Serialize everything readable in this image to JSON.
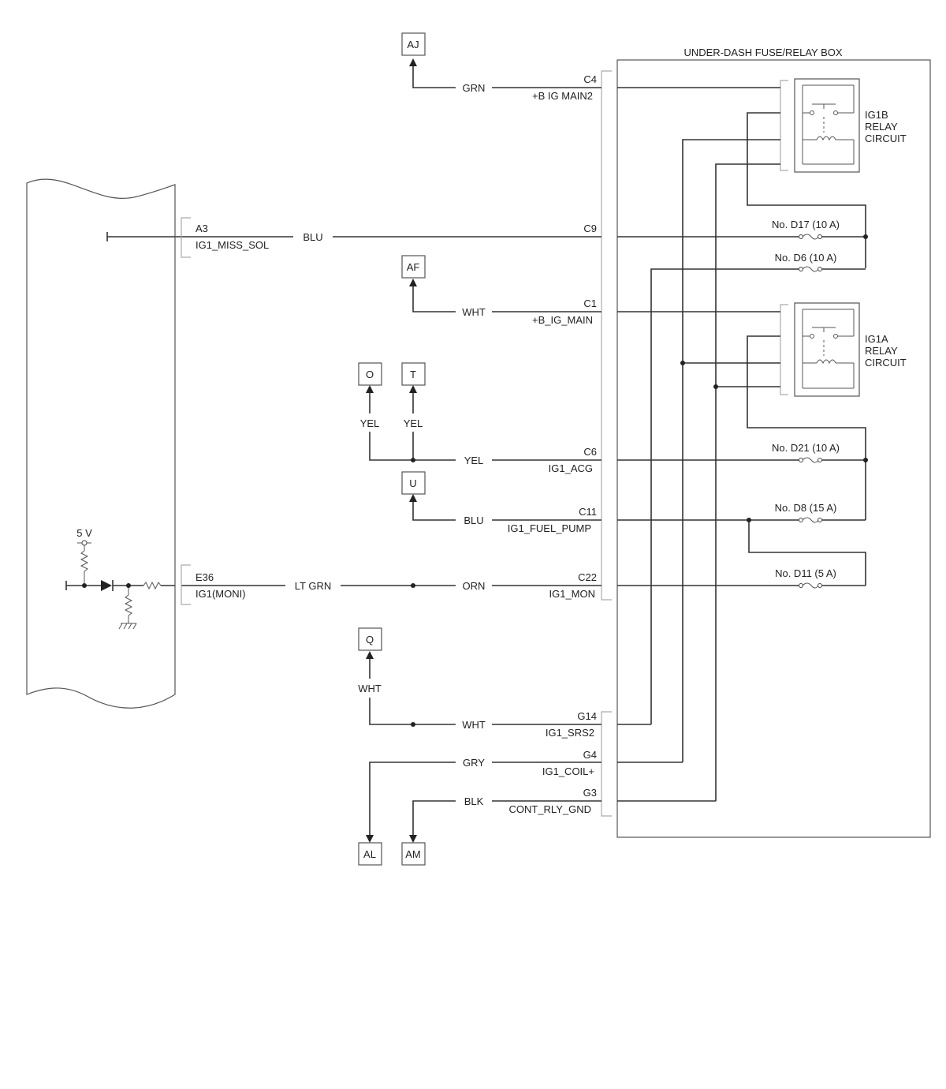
{
  "box_title": "UNDER-DASH FUSE/RELAY BOX",
  "relays": [
    {
      "id": "ig1b",
      "lines": [
        "IG1B",
        "RELAY",
        "CIRCUIT"
      ]
    },
    {
      "id": "ig1a",
      "lines": [
        "IG1A",
        "RELAY",
        "CIRCUIT"
      ]
    }
  ],
  "fuses": [
    {
      "id": "d17",
      "label": "No. D17 (10 A)"
    },
    {
      "id": "d6",
      "label": "No. D6 (10 A)"
    },
    {
      "id": "d21",
      "label": "No. D21 (10 A)"
    },
    {
      "id": "d8",
      "label": "No. D8 (15 A)"
    },
    {
      "id": "d11",
      "label": "No. D11 (5 A)"
    }
  ],
  "connectors": [
    {
      "id": "aj",
      "label": "AJ"
    },
    {
      "id": "af",
      "label": "AF"
    },
    {
      "id": "o",
      "label": "O"
    },
    {
      "id": "t",
      "label": "T"
    },
    {
      "id": "u",
      "label": "U"
    },
    {
      "id": "q",
      "label": "Q"
    },
    {
      "id": "al",
      "label": "AL"
    },
    {
      "id": "am",
      "label": "AM"
    }
  ],
  "terminals": [
    {
      "id": "c4",
      "pin": "C4",
      "signal": "+B IG MAIN2"
    },
    {
      "id": "c9",
      "pin": "C9",
      "signal": ""
    },
    {
      "id": "c1",
      "pin": "C1",
      "signal": "+B_IG_MAIN"
    },
    {
      "id": "c6",
      "pin": "C6",
      "signal": "IG1_ACG"
    },
    {
      "id": "c11",
      "pin": "C11",
      "signal": "IG1_FUEL_PUMP"
    },
    {
      "id": "c22",
      "pin": "C22",
      "signal": "IG1_MON"
    },
    {
      "id": "g14",
      "pin": "G14",
      "signal": "IG1_SRS2"
    },
    {
      "id": "g4",
      "pin": "G4",
      "signal": "IG1_COIL+"
    },
    {
      "id": "g3",
      "pin": "G3",
      "signal": "CONT_RLY_GND"
    }
  ],
  "wires": [
    {
      "id": "grn-c4",
      "color": "GRN"
    },
    {
      "id": "blu-c9",
      "color": "BLU"
    },
    {
      "id": "wht-c1",
      "color": "WHT"
    },
    {
      "id": "yel-c6",
      "color": "YEL"
    },
    {
      "id": "yel-o",
      "color": "YEL"
    },
    {
      "id": "yel-t",
      "color": "YEL"
    },
    {
      "id": "blu-c11",
      "color": "BLU"
    },
    {
      "id": "ltgrn",
      "color": "LT GRN"
    },
    {
      "id": "orn-c22",
      "color": "ORN"
    },
    {
      "id": "wht-q",
      "color": "WHT"
    },
    {
      "id": "wht-g14",
      "color": "WHT"
    },
    {
      "id": "gry-g4",
      "color": "GRY"
    },
    {
      "id": "blk-g3",
      "color": "BLK"
    }
  ],
  "ecu_pins": [
    {
      "id": "a3",
      "pin": "A3",
      "signal": "IG1_MISS_SOL"
    },
    {
      "id": "e36",
      "pin": "E36",
      "signal": "IG1(MONI)"
    }
  ],
  "supply_voltage": "5 V"
}
